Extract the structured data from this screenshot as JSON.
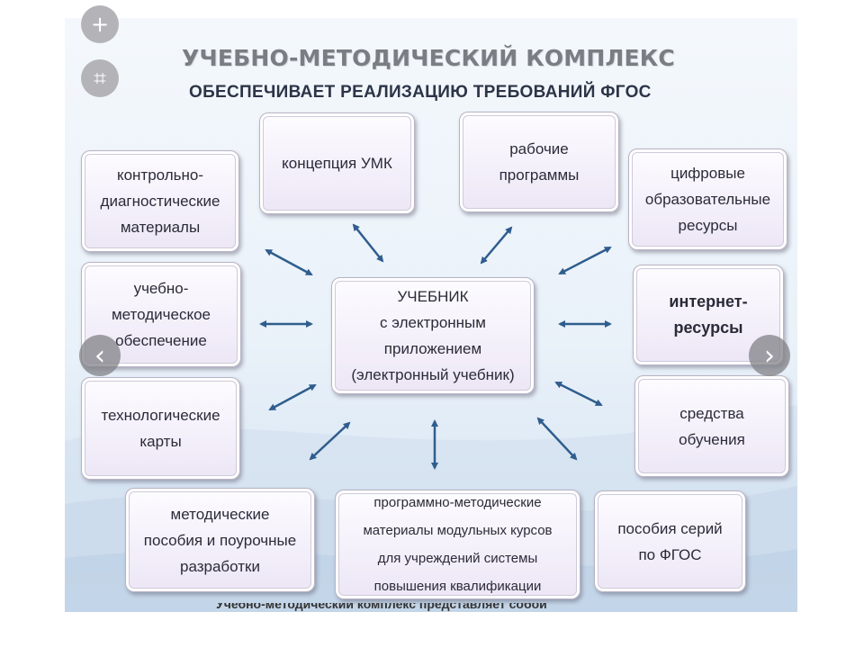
{
  "title": "УЧЕБНО-МЕТОДИЧЕСКИЙ КОМПЛЕКС",
  "subtitle": "ОБЕСПЕЧИВАЕТ РЕАЛИЗАЦИЮ ТРЕБОВАНИЙ ФГОС",
  "center": "УЧЕБНИК\nс электронным\nприложением\n(электронный учебник)",
  "boxes": {
    "concept": "концепция  УМК",
    "work_programs": "рабочие\nпрограммы",
    "control": "контрольно-\nдиагностические\nматериалы",
    "digital": "цифровые\nобразовательные\nресурсы",
    "methodical_support": "учебно-\nметодическое\nобеспечение",
    "internet": "интернет-\nресурсы",
    "tech_maps": "технологические\nкарты",
    "teaching_means": "средства\nобучения",
    "lesson_plans": "методические\nпособия  и поурочные\nразработки",
    "course_materials": "программно-методические\nматериалы модульных курсов\nдля учреждений системы\nповышения квалификации",
    "fgos_series": "пособия  серий\nпо ФГОС"
  },
  "footer_fragment": "Учебно-методический комплекс представляет собой",
  "colors": {
    "arrow": "#2f5d8e",
    "box_border": "#b8b3c4",
    "title": "#7a7d84"
  },
  "icons": {
    "prev": "chevron-left-icon",
    "next": "chevron-right-icon",
    "crop": "crop-icon"
  }
}
